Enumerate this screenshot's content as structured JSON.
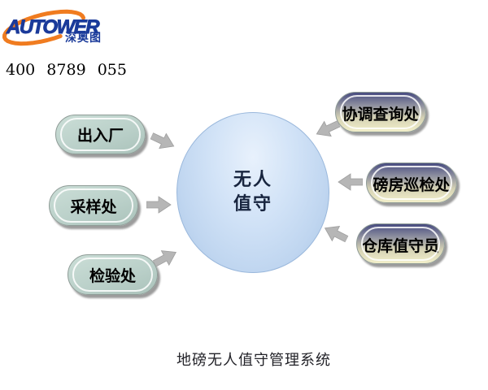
{
  "logo": {
    "brand": "AUTOWER",
    "cjk_name": "深奥图",
    "phone": "400 8789 055"
  },
  "hub": {
    "line1": "无人",
    "line2": "值守"
  },
  "left_nodes": [
    {
      "label": "出入厂"
    },
    {
      "label": "采样处"
    },
    {
      "label": "检验处"
    }
  ],
  "right_nodes": [
    {
      "label": "协调查询处"
    },
    {
      "label": "磅房巡检处"
    },
    {
      "label": "仓库值守员"
    }
  ],
  "caption": "地磅无人值守管理系统",
  "colors": {
    "brand_blue": "#1a3a9a",
    "swoosh_orange": "#f07c20",
    "hub_fill": "#c9ddf4",
    "left_pill": "#c2d6d0",
    "right_pill_top": "#4b4f82",
    "right_pill_bottom": "#f1eec9",
    "arrow_gray": "#b6b6b6"
  }
}
